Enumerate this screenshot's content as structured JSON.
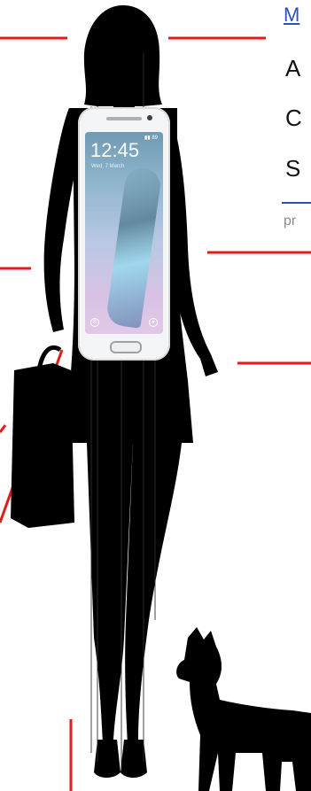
{
  "info_panel": {
    "link_text": "M",
    "line_1": "A",
    "line_2": "C",
    "line_3": "S",
    "sub_text": "pr"
  },
  "phone": {
    "time": "12:45",
    "date": "Wed, 7 March",
    "status": "▮▮ 89"
  },
  "colors": {
    "silhouette": "#000000",
    "guide_line": "#e41b1b",
    "link": "#2a52be",
    "muted_text": "#8d8d8d"
  }
}
